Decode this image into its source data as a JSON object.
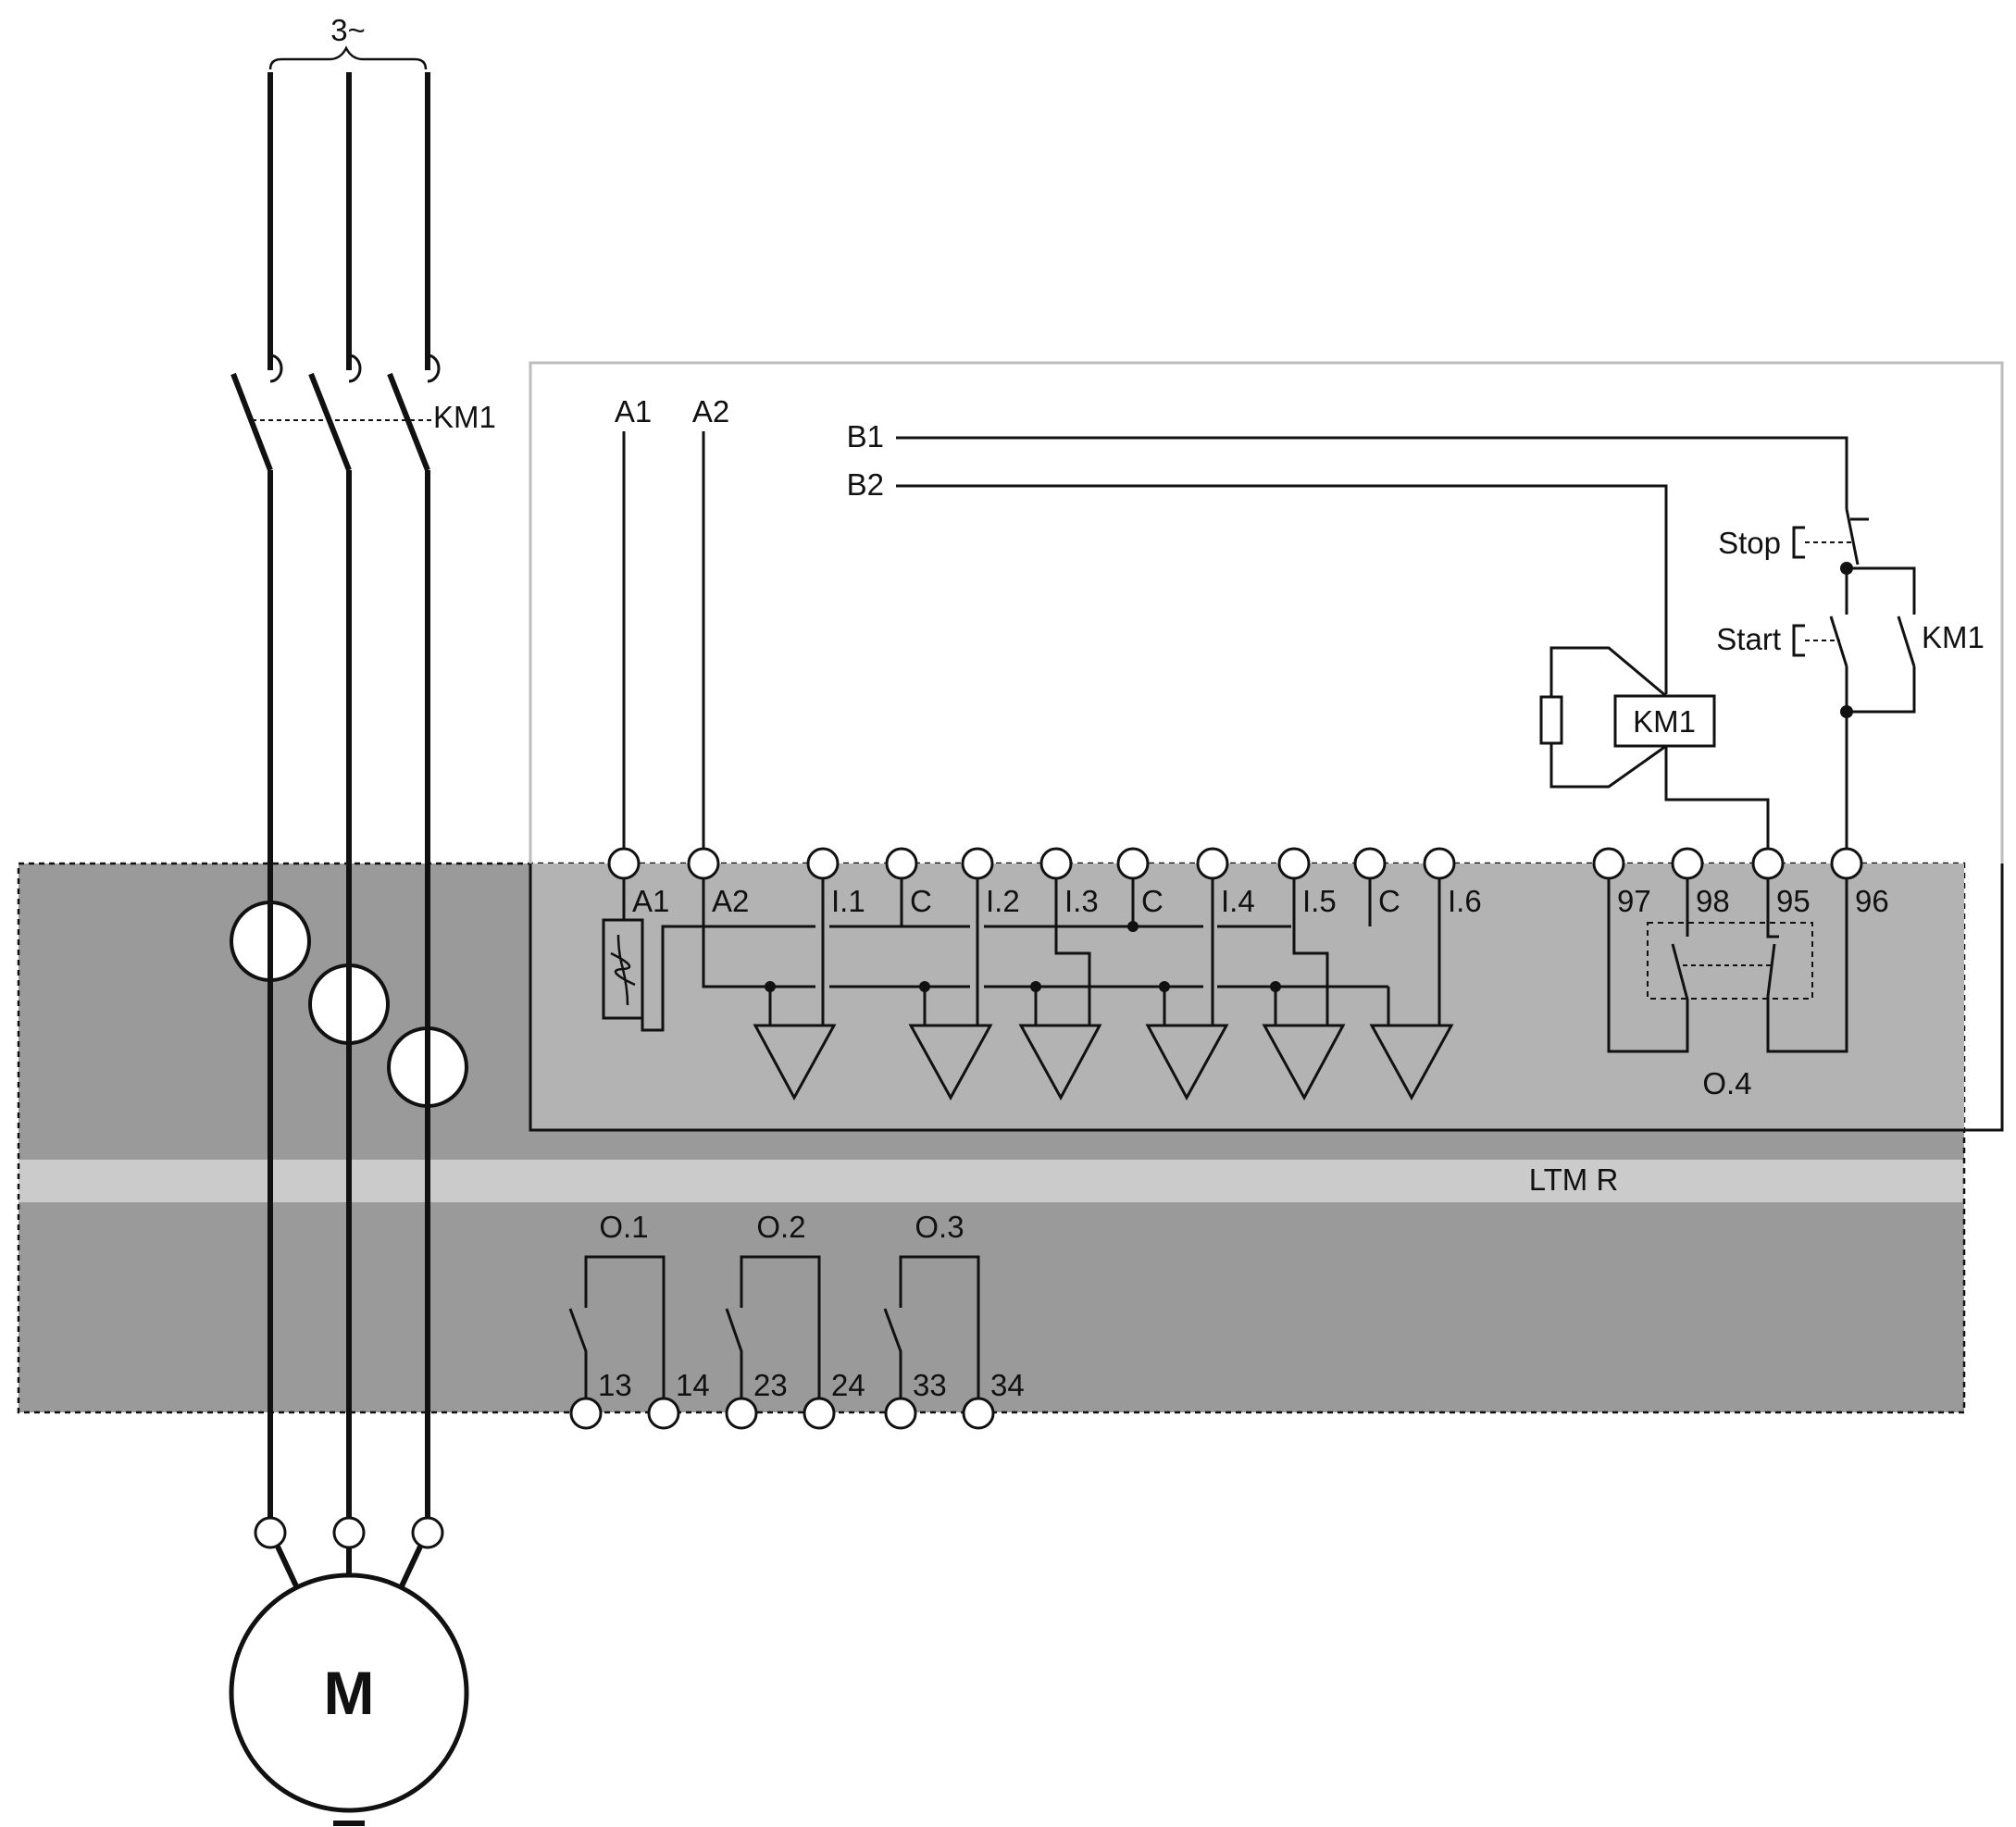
{
  "diagram": {
    "supply_label": "3~",
    "contactor_label": "KM1",
    "relay_label": "LTM R",
    "motor_label": "M",
    "control": {
      "a1_label": "A1",
      "a2_label": "A2",
      "b1_label": "B1",
      "b2_label": "B2",
      "stop_label": "Stop",
      "start_label": "Start",
      "hold_contact_label": "KM1",
      "coil_label": "KM1"
    },
    "terminals_top": [
      "A1",
      "A2",
      "I.1",
      "C",
      "I.2",
      "I.3",
      "C",
      "I.4",
      "I.5",
      "C",
      "I.6",
      "97",
      "98",
      "95",
      "96"
    ],
    "output_o4_label": "O.4",
    "outputs_bottom": [
      {
        "label": "O.1",
        "terminals": [
          "13",
          "14"
        ]
      },
      {
        "label": "O.2",
        "terminals": [
          "23",
          "24"
        ]
      },
      {
        "label": "O.3",
        "terminals": [
          "33",
          "34"
        ]
      }
    ],
    "colors": {
      "relay_body": "#9a9a9a",
      "relay_band": "#cbcbcb",
      "control_panel": "#b3b3b3",
      "line": "#111111"
    }
  }
}
